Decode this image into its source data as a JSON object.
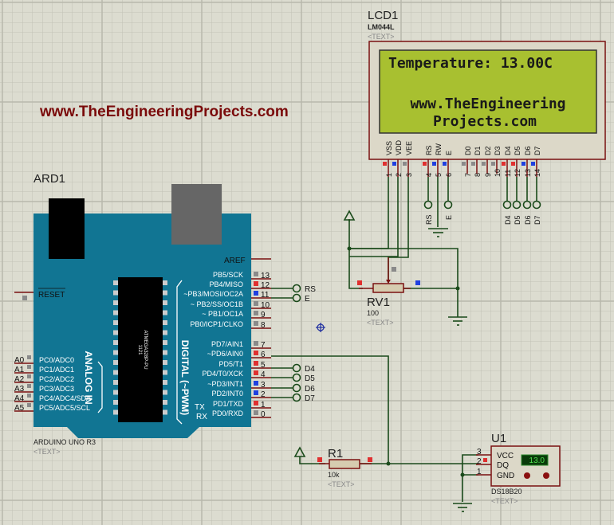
{
  "website_banner": "www.TheEngineeringProjects.com",
  "colors": {
    "background": "#dcdcd0",
    "grid": "#c4c4b8",
    "grid_major": "#b8b8ac",
    "wire": "#1a4a1a",
    "pin": "#7a1010",
    "board": "#117593",
    "lcd_screen": "#a8c030",
    "lcd_frame": "#dcd8c8",
    "pin_red": "#e03030",
    "pin_blue": "#2040e0",
    "pin_grey": "#8a8a8a",
    "banner": "#7a0a0a"
  },
  "lcd": {
    "ref": "LCD1",
    "part": "LM044L",
    "text_placeholder": "<TEXT>",
    "lines": [
      "Temperature: 13.00C",
      "",
      "www.TheEngineering",
      "Projects.com"
    ],
    "pins": [
      {
        "num": "1",
        "name": "VSS",
        "state": "red"
      },
      {
        "num": "2",
        "name": "VDD",
        "state": "blue"
      },
      {
        "num": "3",
        "name": "VEE",
        "state": "grey"
      },
      {
        "num": "4",
        "name": "RS",
        "state": "red"
      },
      {
        "num": "5",
        "name": "RW",
        "state": "blue"
      },
      {
        "num": "6",
        "name": "E",
        "state": "blue"
      },
      {
        "num": "7",
        "name": "D0",
        "state": "grey"
      },
      {
        "num": "8",
        "name": "D1",
        "state": "grey"
      },
      {
        "num": "9",
        "name": "D2",
        "state": "grey"
      },
      {
        "num": "10",
        "name": "D3",
        "state": "grey"
      },
      {
        "num": "11",
        "name": "D4",
        "state": "red"
      },
      {
        "num": "12",
        "name": "D5",
        "state": "red"
      },
      {
        "num": "13",
        "name": "D6",
        "state": "blue"
      },
      {
        "num": "14",
        "name": "D7",
        "state": "blue"
      }
    ],
    "terminals": [
      "RS",
      "E",
      "D4",
      "D5",
      "D6",
      "D7"
    ]
  },
  "arduino": {
    "ref": "ARD1",
    "part": "ARDUINO UNO R3",
    "text_placeholder": "<TEXT>",
    "chip_label_1": "1121",
    "chip_label_2": "ATMEGA328P-PU",
    "analog_label": "ANALOG IN",
    "digital_label": "DIGITAL (~PWM)",
    "reset_label": "RESET",
    "aref_label": "AREF",
    "digital_pins": [
      {
        "num": "13",
        "name": "PB5/SCK",
        "state": "grey"
      },
      {
        "num": "12",
        "name": "PB4/MISO",
        "state": "red"
      },
      {
        "num": "11",
        "name": "~PB3/MOSI/OC2A",
        "state": "blue"
      },
      {
        "num": "10",
        "name": "~ PB2/SS/OC1B",
        "state": "grey"
      },
      {
        "num": "9",
        "name": "~ PB1/OC1A",
        "state": "grey"
      },
      {
        "num": "8",
        "name": "PB0/ICP1/CLKO",
        "state": "grey"
      },
      {
        "num": "7",
        "name": "PD7/AIN1",
        "state": "grey"
      },
      {
        "num": "6",
        "name": "~PD6/AIN0",
        "state": "red"
      },
      {
        "num": "5",
        "name": "PD5/T1",
        "state": "red"
      },
      {
        "num": "4",
        "name": "PD4/T0/XCK",
        "state": "red"
      },
      {
        "num": "3",
        "name": "~PD3/INT1",
        "state": "blue"
      },
      {
        "num": "2",
        "name": "PD2/INT0",
        "state": "blue"
      },
      {
        "num": "1",
        "name": "PD1/TXD",
        "state": "red"
      },
      {
        "num": "0",
        "name": "PD0/RXD",
        "state": "grey"
      }
    ],
    "tx_label": "TX",
    "rx_label": "RX",
    "pwm_marks": [
      "~",
      "~"
    ],
    "analog_pins": [
      {
        "num": "A0",
        "name": "PC0/ADC0"
      },
      {
        "num": "A1",
        "name": "PC1/ADC1"
      },
      {
        "num": "A2",
        "name": "PC2/ADC2"
      },
      {
        "num": "A3",
        "name": "PC3/ADC3"
      },
      {
        "num": "A4",
        "name": "PC4/ADC4/SDA"
      },
      {
        "num": "A5",
        "name": "PC5/ADC5/SCL"
      }
    ],
    "terminals": [
      {
        "pin": "12",
        "label": "RS"
      },
      {
        "pin": "11",
        "label": "E"
      },
      {
        "pin": "5",
        "label": "D4"
      },
      {
        "pin": "4",
        "label": "D5"
      },
      {
        "pin": "3",
        "label": "D6"
      },
      {
        "pin": "2",
        "label": "D7"
      }
    ]
  },
  "rv1": {
    "ref": "RV1",
    "value": "100",
    "text_placeholder": "<TEXT>"
  },
  "r1": {
    "ref": "R1",
    "value": "10k",
    "text_placeholder": "<TEXT>"
  },
  "u1": {
    "ref": "U1",
    "part": "DS18B20",
    "text_placeholder": "<TEXT>",
    "display": "13.0",
    "pins": [
      {
        "num": "3",
        "name": "VCC"
      },
      {
        "num": "2",
        "name": "DQ"
      },
      {
        "num": "1",
        "name": "GND"
      }
    ]
  }
}
